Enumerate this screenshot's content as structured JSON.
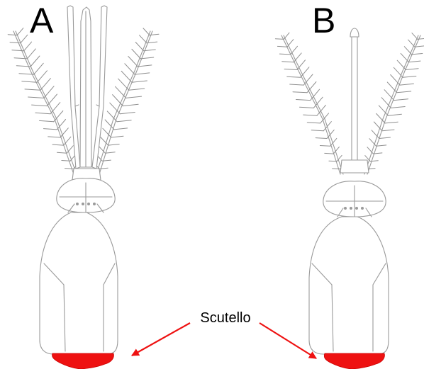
{
  "figure": {
    "panel_a_label": "A",
    "panel_b_label": "B",
    "callout_label": "Scutello"
  },
  "colors": {
    "highlight": "#ee1111",
    "outline": "#9a9a9a",
    "text": "#000000",
    "background": "#ffffff"
  }
}
